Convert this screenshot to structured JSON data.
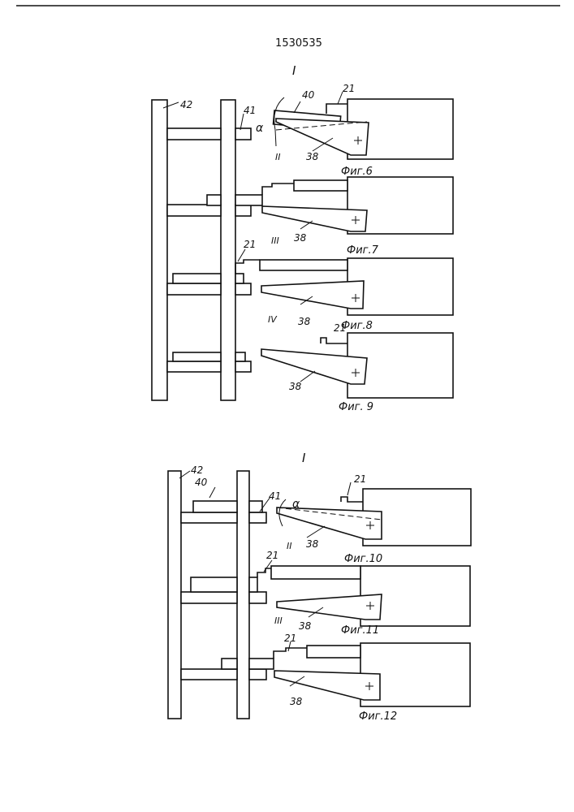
{
  "document_number": "1530535",
  "section_label_1": "I",
  "section_label_2": "I",
  "figures": {
    "fig6": {
      "caption": "Фиг.6",
      "labels": {
        "l42": "42",
        "l41": "41",
        "l40": "40",
        "l21": "21",
        "alpha": "α",
        "roman": "II",
        "l38": "38"
      }
    },
    "fig7": {
      "caption": "Фиг.7",
      "labels": {
        "roman": "III",
        "l38": "38"
      }
    },
    "fig8": {
      "caption": "Фиг.8",
      "labels": {
        "l21": "21",
        "roman": "IV",
        "l38": "38"
      }
    },
    "fig9": {
      "caption": "Фиг. 9",
      "labels": {
        "l21": "21",
        "l38": "38"
      }
    },
    "fig10": {
      "caption": "Фиг.10",
      "labels": {
        "l42": "42",
        "l40": "40",
        "l41": "41",
        "l21": "21",
        "alpha": "α",
        "roman": "II",
        "l38": "38"
      }
    },
    "fig11": {
      "caption": "Фиг.11",
      "labels": {
        "l21": "21",
        "roman": "III",
        "l38": "38"
      }
    },
    "fig12": {
      "caption": "Фиг.12",
      "labels": {
        "l21": "21",
        "l38": "38"
      }
    }
  }
}
